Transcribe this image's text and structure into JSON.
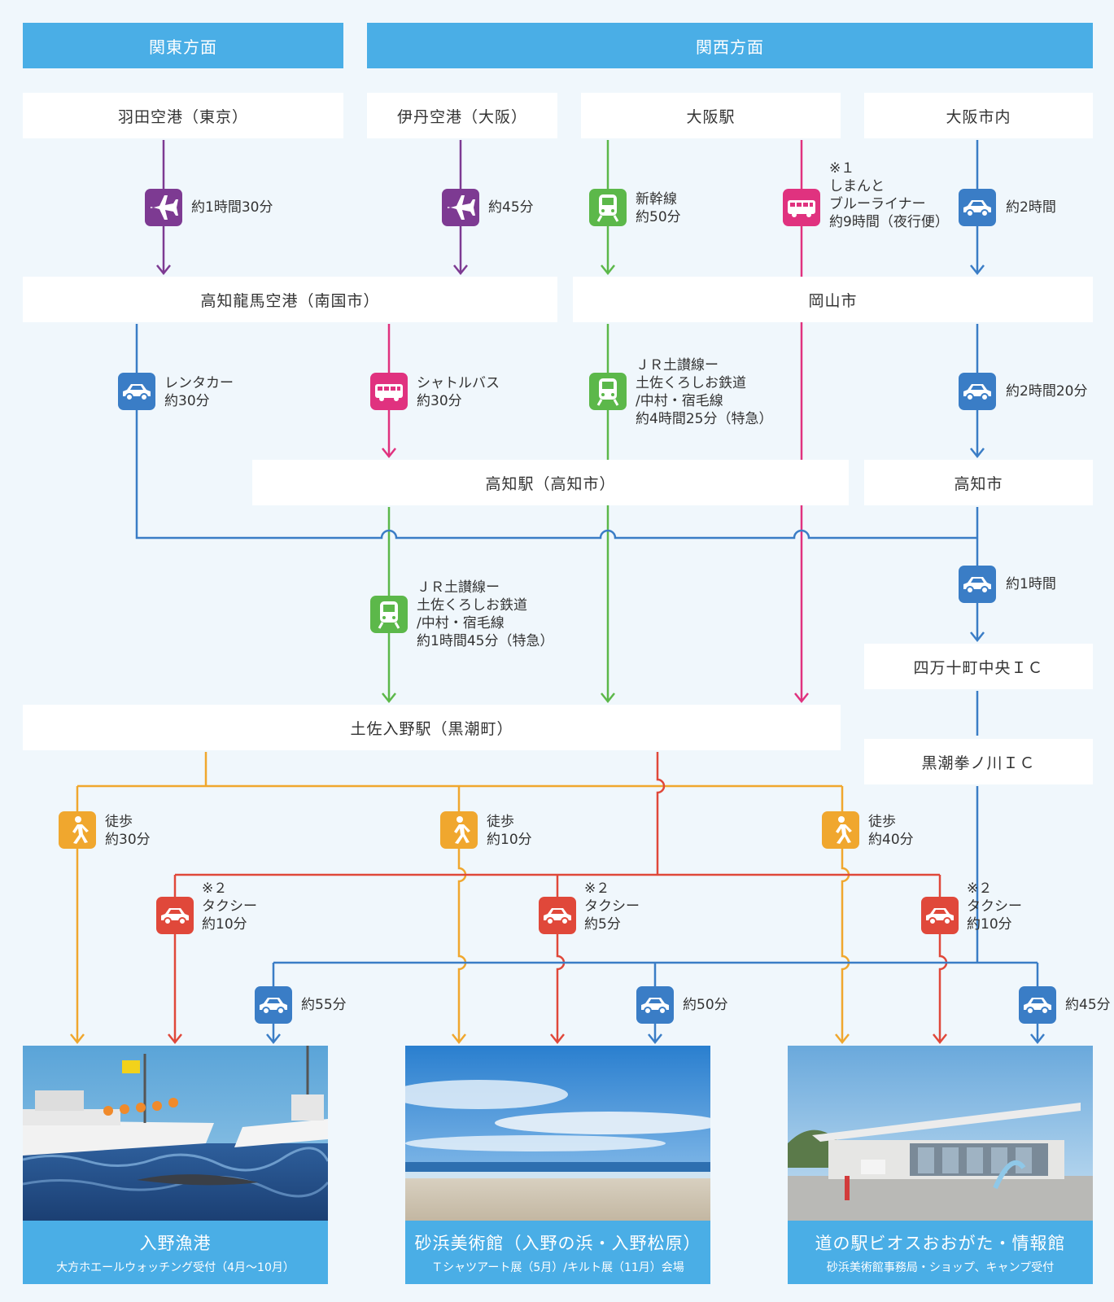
{
  "headers": {
    "kanto": "関東方面",
    "kansai": "関西方面"
  },
  "nodes": {
    "haneda": "羽田空港（東京）",
    "itami": "伊丹空港（大阪）",
    "osaka_station": "大阪駅",
    "osaka_city": "大阪市内",
    "kochi_airport": "高知龍馬空港（南国市）",
    "okayama": "岡山市",
    "kochi_station": "高知駅（高知市）",
    "kochi_city": "高知市",
    "shimanto_ic": "四万十町中央ＩＣ",
    "kuroshio_ic": "黒潮拳ノ川ＩＣ",
    "tosairino": "土佐入野駅（黒潮町）"
  },
  "labels": {
    "haneda_flight": [
      "約1時間30分"
    ],
    "itami_flight": [
      "約45分"
    ],
    "shinkansen": [
      "新幹線",
      "約50分"
    ],
    "bus": [
      "※１",
      "しまんと",
      "ブルーライナー",
      "約9時間（夜行便）"
    ],
    "osaka_car": [
      "約2時間"
    ],
    "rentacar": [
      "レンタカー",
      "約30分"
    ],
    "shuttle": [
      "シャトルバス",
      "約30分"
    ],
    "jr_okayama": [
      "ＪＲ土讃線ー",
      "土佐くろしお鉄道",
      "/中村・宿毛線",
      "約4時間25分（特急）"
    ],
    "okayama_car": [
      "約2時間20分"
    ],
    "kochi_car": [
      "約1時間"
    ],
    "jr_kochi": [
      "ＪＲ土讃線ー",
      "土佐くろしお鉄道",
      "/中村・宿毛線",
      "約1時間45分（特急）"
    ],
    "walk1": [
      "徒歩",
      "約30分"
    ],
    "walk2": [
      "徒歩",
      "約10分"
    ],
    "walk3": [
      "徒歩",
      "約40分"
    ],
    "taxi1": [
      "※２",
      "タクシー",
      "約10分"
    ],
    "taxi2": [
      "※２",
      "タクシー",
      "約5分"
    ],
    "taxi3": [
      "※２",
      "タクシー",
      "約10分"
    ],
    "car1": [
      "約55分"
    ],
    "car2": [
      "約50分"
    ],
    "car3": [
      "約45分"
    ]
  },
  "destinations": [
    {
      "title": "入野漁港",
      "subtitle": "大方ホエールウォッチング受付（4月〜10月）"
    },
    {
      "title": "砂浜美術館（入野の浜・入野松原）",
      "subtitle": "Ｔシャツアート展（5月）/キルト展（11月）会場"
    },
    {
      "title": "道の駅ビオスおおがた・情報館",
      "subtitle": "砂浜美術館事務局・ショップ、キャンプ受付"
    }
  ],
  "colors": {
    "purple": "#7d3a92",
    "green": "#5cb84a",
    "magenta": "#e0327f",
    "blue": "#3a7dc6",
    "orange": "#f0a72e",
    "red": "#e0483a",
    "header": "#4aaee6"
  },
  "icons": {
    "plane": "plane-icon",
    "train": "train-icon",
    "bus": "bus-icon",
    "car": "car-icon",
    "walk": "walking-person-icon",
    "taxi": "taxi-icon"
  }
}
